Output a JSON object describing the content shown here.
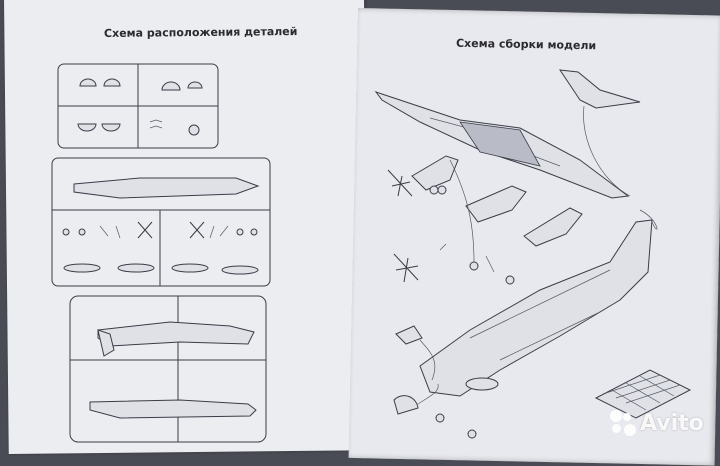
{
  "left_page": {
    "title": "Схема расположения деталей"
  },
  "right_page": {
    "title": "Схема сборки модели"
  },
  "watermark": {
    "brand": "Avito"
  },
  "colors": {
    "paper": "#ecedf1",
    "ink": "#3a3d46",
    "background": "#4a4c55"
  }
}
